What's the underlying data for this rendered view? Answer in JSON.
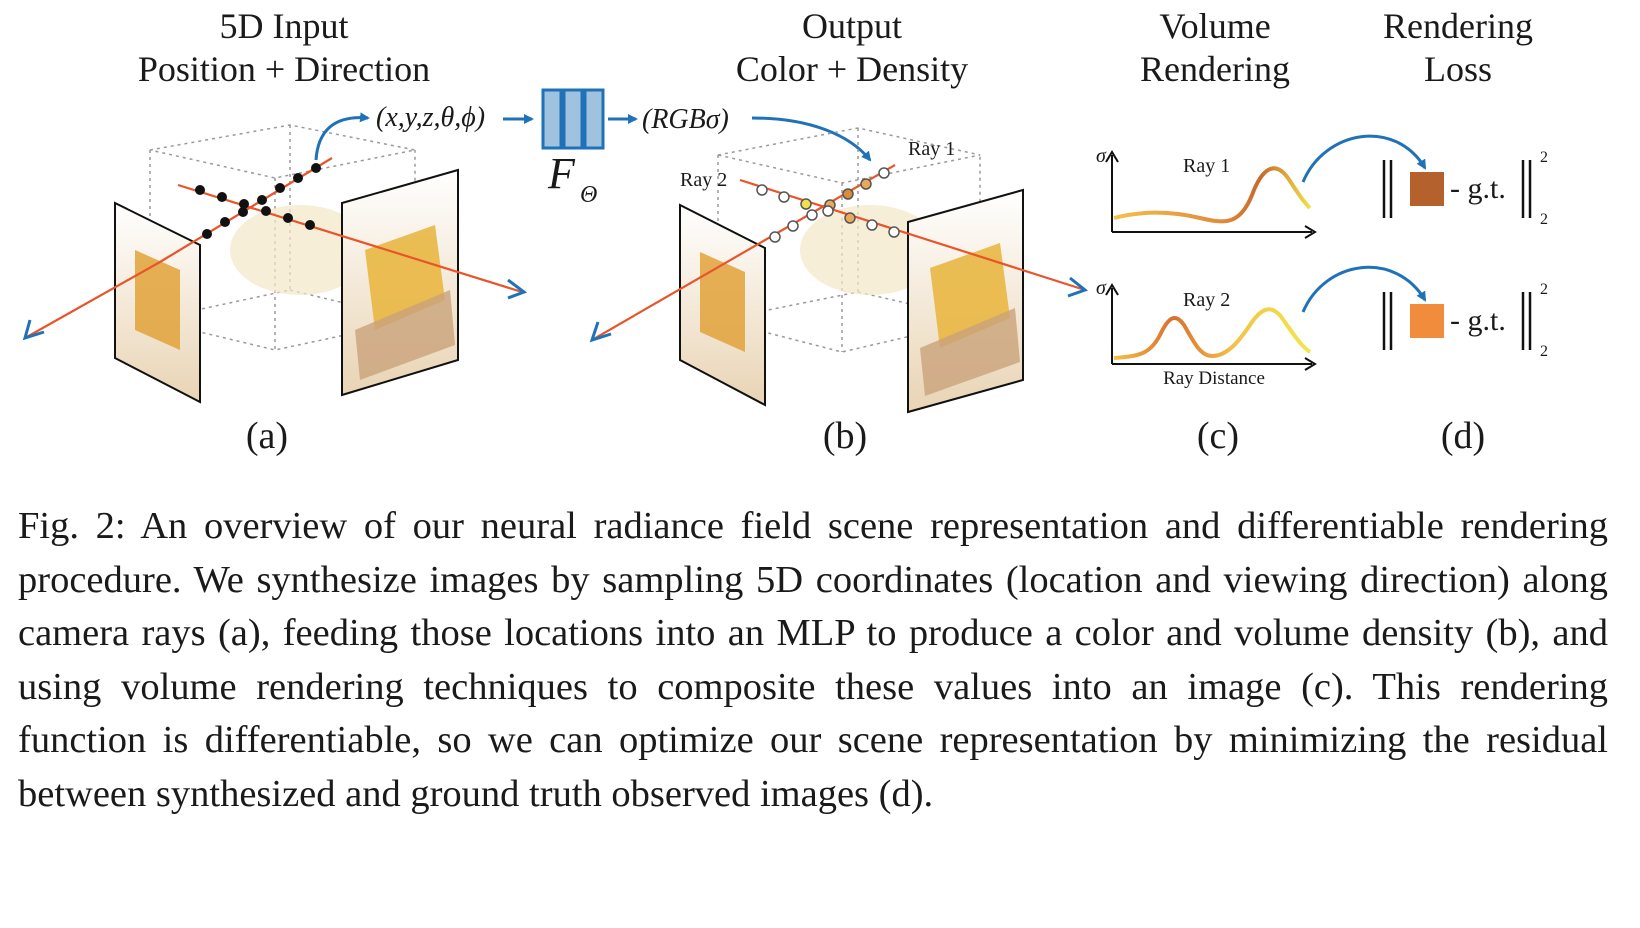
{
  "figure": {
    "headings": {
      "input_line1": "5D Input",
      "input_line2": "Position + Direction",
      "output_line1": "Output",
      "output_line2": "Color + Density",
      "volume_line1": "Volume",
      "volume_line2": "Rendering",
      "loss_line1": "Rendering",
      "loss_line2": "Loss"
    },
    "input_tuple": "(x,y,z,θ,ϕ)",
    "network_label": "F",
    "network_subscript": "Θ",
    "output_tuple": "(RGBσ)",
    "ray1_label": "Ray 1",
    "ray2_label": "Ray 2",
    "plot_ray1_label": "Ray 1",
    "plot_ray2_label": "Ray 2",
    "sigma_label": "σ",
    "ray_distance_label": "Ray Distance",
    "gt_label": "- g.t.",
    "norm_sup": "2",
    "norm_sub": "2",
    "panel_labels": [
      "(a)",
      "(b)",
      "(c)",
      "(d)"
    ],
    "colors": {
      "ray_orange": "#e8552a",
      "arrow_blue": "#1f72b8",
      "mlp_fill": "#9fc3df",
      "loss_swatch_1": "#b5612c",
      "loss_swatch_2": "#f08c3c"
    }
  },
  "caption": {
    "text": "Fig. 2: An overview of our neural radiance field scene representation and differ­entiable rendering procedure. We synthesize images by sampling 5D coordinates (location and viewing direction) along camera rays (a), feeding those locations into an MLP to produce a color and volume density (b), and using volume ren­dering techniques to composite these values into an image (c). This rendering function is differentiable, so we can optimize our scene representation by mini­mizing the residual between synthesized and ground truth observed images (d)."
  }
}
